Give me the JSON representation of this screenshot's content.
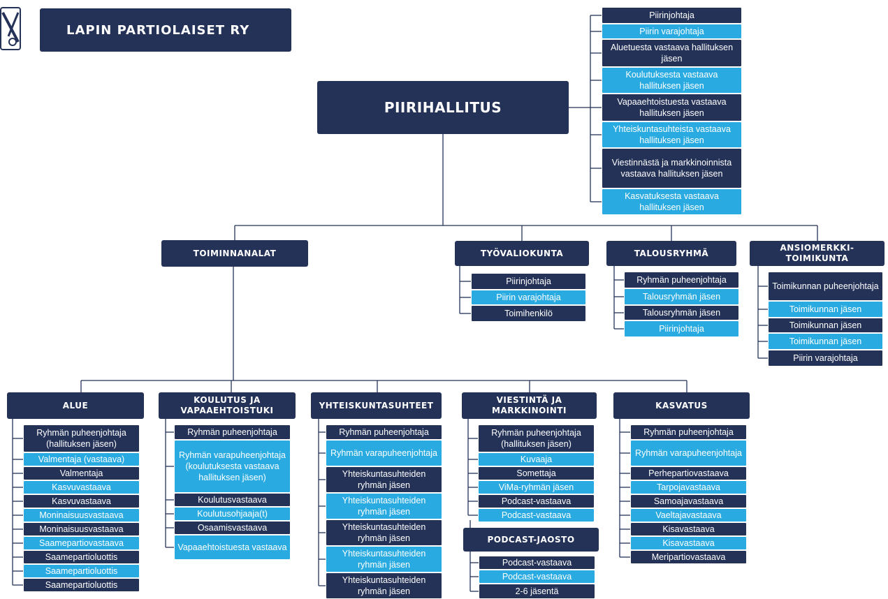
{
  "title": "LAPIN PARTIOLAISET RY",
  "board": {
    "title": "PIIRIHALLITUS",
    "members": [
      {
        "text": "Piirinjohtaja",
        "accent": false
      },
      {
        "text": "Piirin varajohtaja",
        "accent": true
      },
      {
        "text": "Aluetuesta vastaava hallituksen jäsen",
        "accent": false
      },
      {
        "text": "Koulutuksesta vastaava hallituksen jäsen",
        "accent": true
      },
      {
        "text": "Vapaaehtoistuesta vastaava hallituksen jäsen",
        "accent": false
      },
      {
        "text": "Yhteiskuntasuhteista vastaava hallituksen jäsen",
        "accent": true
      },
      {
        "text": "Viestinnästä ja markkinoinnista vastaava hallituksen jäsen",
        "accent": false
      },
      {
        "text": "Kasvatuksesta vastaava hallituksen jäsen",
        "accent": true
      }
    ]
  },
  "groups": {
    "toiminnanalat": {
      "title": "TOIMINNANALAT"
    },
    "tyovaliokunta": {
      "title": "TYÖVALIOKUNTA",
      "members": [
        {
          "text": "Piirinjohtaja",
          "accent": false
        },
        {
          "text": "Piirin varajohtaja",
          "accent": true
        },
        {
          "text": "Toimihenkilö",
          "accent": false
        }
      ]
    },
    "talousryhma": {
      "title": "TALOUSRYHMÄ",
      "members": [
        {
          "text": "Ryhmän puheenjohtaja",
          "accent": false
        },
        {
          "text": "Talousryhmän jäsen",
          "accent": true
        },
        {
          "text": "Talousryhmän jäsen",
          "accent": false
        },
        {
          "text": "Piirinjohtaja",
          "accent": true
        }
      ]
    },
    "ansiomerkki": {
      "title": "ANSIOMERKKI-\nTOIMIKUNTA",
      "members": [
        {
          "text": "Toimikunnan puheenjohtaja",
          "accent": false
        },
        {
          "text": "Toimikunnan jäsen",
          "accent": true
        },
        {
          "text": "Toimikunnan jäsen",
          "accent": false
        },
        {
          "text": "Toimikunnan jäsen",
          "accent": true
        },
        {
          "text": "Piirin varajohtaja",
          "accent": false
        }
      ]
    }
  },
  "sections": {
    "alue": {
      "title": "ALUE",
      "members": [
        {
          "text": "Ryhmän puheenjohtaja (hallituksen jäsen)",
          "accent": false
        },
        {
          "text": "Valmentaja (vastaava)",
          "accent": true
        },
        {
          "text": "Valmentaja",
          "accent": false
        },
        {
          "text": "Kasvuvastaava",
          "accent": true
        },
        {
          "text": "Kasvuvastaava",
          "accent": false
        },
        {
          "text": "Moninaisuusvastaava",
          "accent": true
        },
        {
          "text": "Moninaisuusvastaava",
          "accent": false
        },
        {
          "text": "Saamepartiovastaava",
          "accent": true
        },
        {
          "text": "Saamepartioluottis",
          "accent": false
        },
        {
          "text": "Saamepartioluottis",
          "accent": true
        },
        {
          "text": "Saamepartioluottis",
          "accent": false
        }
      ]
    },
    "koulutus": {
      "title": "KOULUTUS JA VAPAAEHTOISTUKI",
      "members": [
        {
          "text": "Ryhmän puheenjohtaja",
          "accent": false
        },
        {
          "text": "Ryhmän varapuheenjohtaja (koulutuksesta vastaava hallituksen jäsen)",
          "accent": true
        },
        {
          "text": "Koulutusvastaava",
          "accent": false
        },
        {
          "text": "Koulutusohjaaja(t)",
          "accent": true
        },
        {
          "text": "Osaamisvastaava",
          "accent": false
        },
        {
          "text": "Vapaaehtoistuesta vastaava",
          "accent": true
        }
      ]
    },
    "yhteiskunta": {
      "title": "YHTEISKUNTASUHTEET",
      "members": [
        {
          "text": "Ryhmän puheenjohtaja",
          "accent": false
        },
        {
          "text": "Ryhmän varapuheenjohtaja",
          "accent": true
        },
        {
          "text": "Yhteiskuntasuhteiden ryhmän jäsen",
          "accent": false
        },
        {
          "text": "Yhteiskuntasuhteiden ryhmän jäsen",
          "accent": true
        },
        {
          "text": "Yhteiskuntasuhteiden ryhmän jäsen",
          "accent": false
        },
        {
          "text": "Yhteiskuntasuhteiden ryhmän jäsen",
          "accent": true
        },
        {
          "text": "Yhteiskuntasuhteiden ryhmän jäsen",
          "accent": false
        }
      ]
    },
    "viestinta": {
      "title": "VIESTINTÄ JA MARKKINOINTI",
      "members": [
        {
          "text": "Ryhmän puheenjohtaja (hallituksen jäsen)",
          "accent": false
        },
        {
          "text": "Kuvaaja",
          "accent": true
        },
        {
          "text": "Somettaja",
          "accent": false
        },
        {
          "text": "ViMa-ryhmän jäsen",
          "accent": true
        },
        {
          "text": "Podcast-vastaava",
          "accent": false
        },
        {
          "text": "Podcast-vastaava",
          "accent": true
        }
      ]
    },
    "podcast": {
      "title": "PODCAST-JAOSTO",
      "members": [
        {
          "text": "Podcast-vastaava",
          "accent": false
        },
        {
          "text": "Podcast-vastaava",
          "accent": true
        },
        {
          "text": "2-6 jäsentä",
          "accent": false
        }
      ]
    },
    "kasvatus": {
      "title": "KASVATUS",
      "members": [
        {
          "text": "Ryhmän puheenjohtaja",
          "accent": false
        },
        {
          "text": "Ryhmän varapuheenjohtaja",
          "accent": true
        },
        {
          "text": "Perhepartiovastaava",
          "accent": false
        },
        {
          "text": "Tarpojavastaava",
          "accent": true
        },
        {
          "text": "Samoajavastaava",
          "accent": false
        },
        {
          "text": "Vaeltajavastaava",
          "accent": true
        },
        {
          "text": "Kisavastaava",
          "accent": false
        },
        {
          "text": "Kisavastaava",
          "accent": true
        },
        {
          "text": "Meripartiovastaava",
          "accent": false
        }
      ]
    }
  }
}
